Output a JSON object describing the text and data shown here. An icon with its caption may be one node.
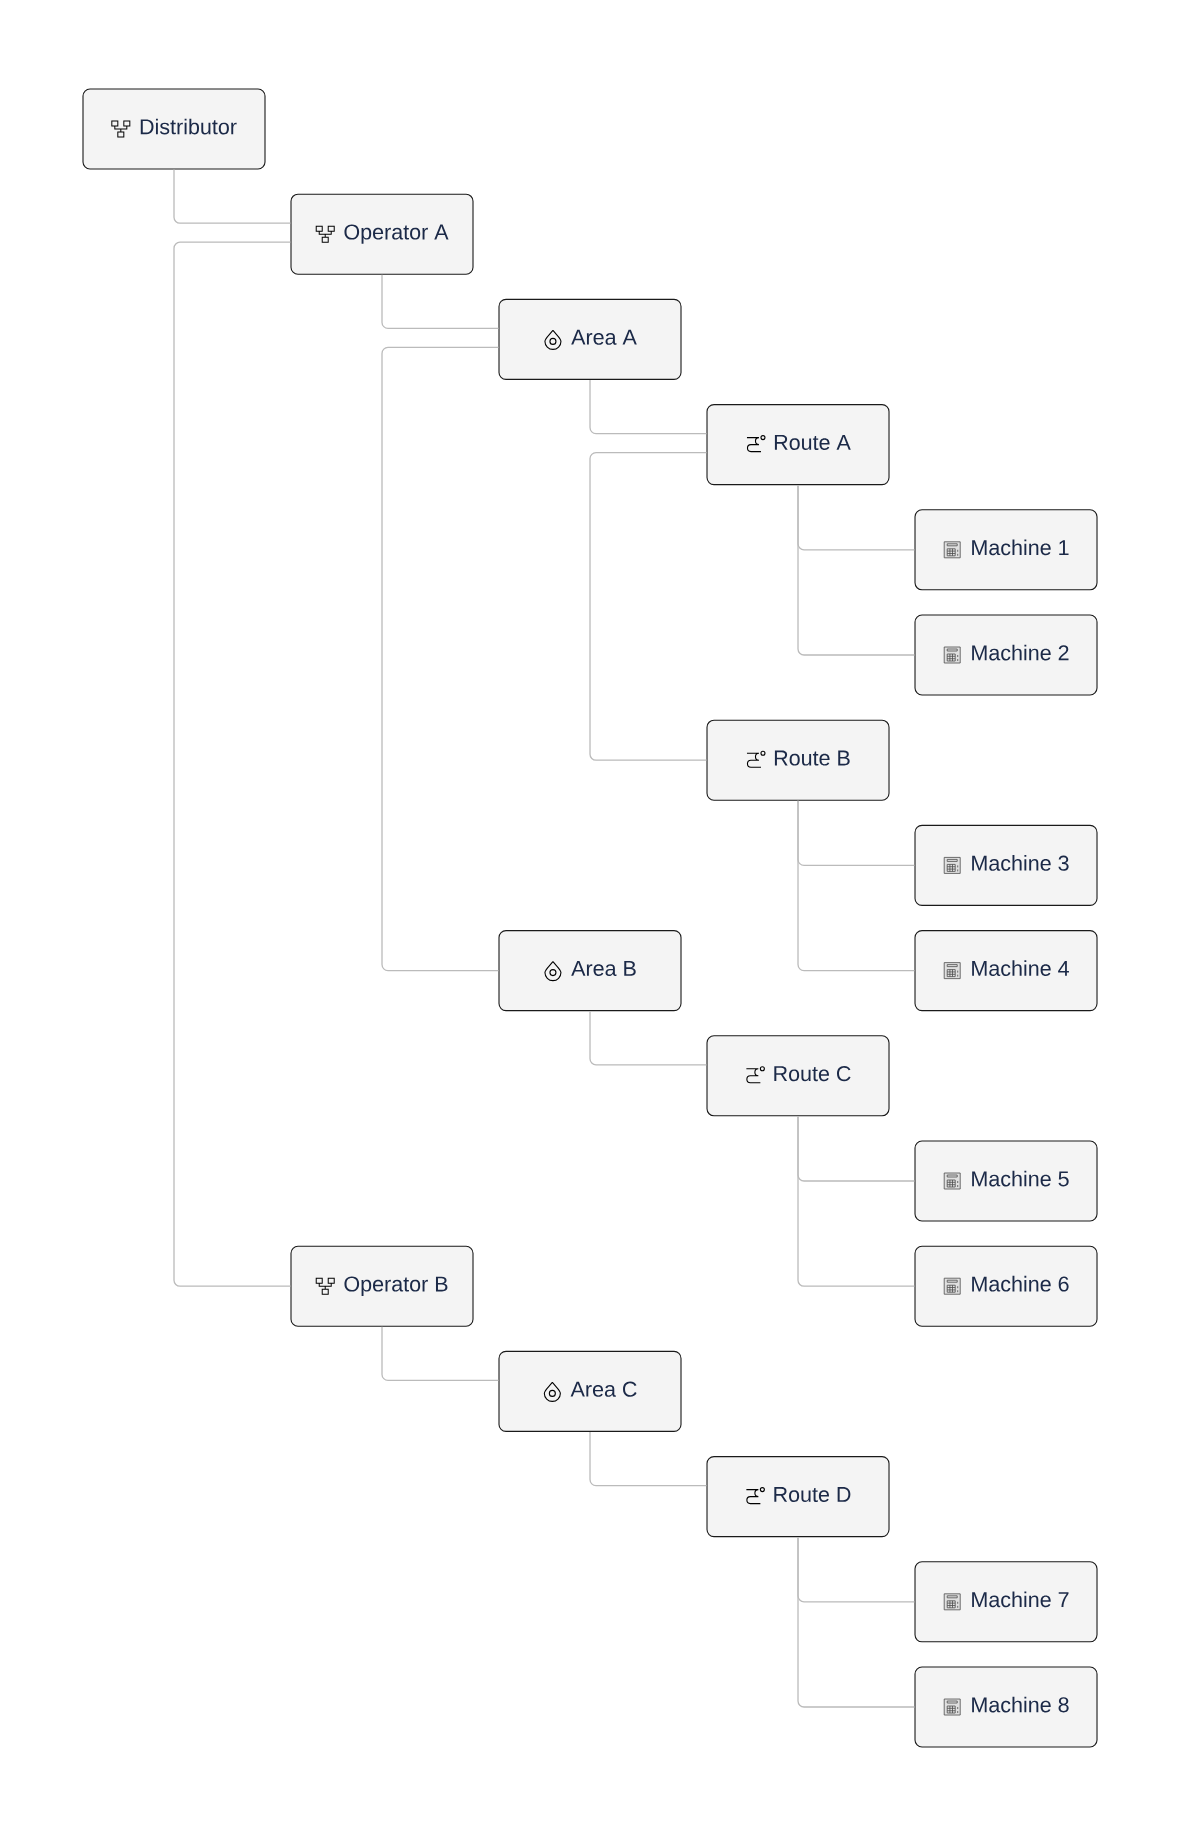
{
  "diagram": {
    "nodes": [
      {
        "text": [
          "Distributor"
        ]
      },
      {
        "text": [
          "Operator A"
        ]
      },
      {
        "text": [
          "Area A"
        ]
      },
      {
        "text": [
          "Route A"
        ]
      },
      {
        "text": [
          "Machine 1"
        ]
      },
      {
        "text": [
          "Machine 2"
        ]
      },
      {
        "text": [
          "Route B"
        ]
      },
      {
        "text": [
          "Machine 3"
        ]
      },
      {
        "text": [
          "Machine 4"
        ]
      },
      {
        "text": [
          "Area B"
        ]
      },
      {
        "text": [
          "Route C"
        ]
      },
      {
        "text": [
          "Machine 5"
        ]
      },
      {
        "text": [
          "Machine 6"
        ]
      },
      {
        "text": [
          "Operator B"
        ]
      },
      {
        "text": [
          "Area C"
        ]
      },
      {
        "text": [
          "Route D"
        ]
      },
      {
        "text": [
          "Machine 7"
        ]
      },
      {
        "text": [
          "Machine 8"
        ]
      }
    ],
    "edges": [
      {
        "from": 0,
        "to": 1,
        "arrow": "none"
      },
      {
        "from": 1,
        "to": 13,
        "arrow": "none"
      },
      {
        "from": 1,
        "to": 2,
        "arrow": "none"
      },
      {
        "from": 2,
        "to": 9,
        "arrow": "none"
      },
      {
        "from": 2,
        "to": 3,
        "arrow": "none"
      },
      {
        "from": 3,
        "to": 6,
        "arrow": "none"
      },
      {
        "from": 3,
        "to": 4,
        "arrow": "none"
      },
      {
        "from": 3,
        "to": 5,
        "arrow": "none"
      },
      {
        "from": 6,
        "to": 7,
        "arrow": "none"
      },
      {
        "from": 6,
        "to": 8,
        "arrow": "none"
      },
      {
        "from": 9,
        "to": 10,
        "arrow": "none"
      },
      {
        "from": 10,
        "to": 11,
        "arrow": "none"
      },
      {
        "from": 10,
        "to": 12,
        "arrow": "none"
      },
      {
        "from": 13,
        "to": 14,
        "arrow": "none"
      },
      {
        "from": 14,
        "to": 15,
        "arrow": "none"
      },
      {
        "from": 15,
        "to": 16,
        "arrow": "none"
      },
      {
        "from": 15,
        "to": 17,
        "arrow": "none"
      }
    ]
  }
}
